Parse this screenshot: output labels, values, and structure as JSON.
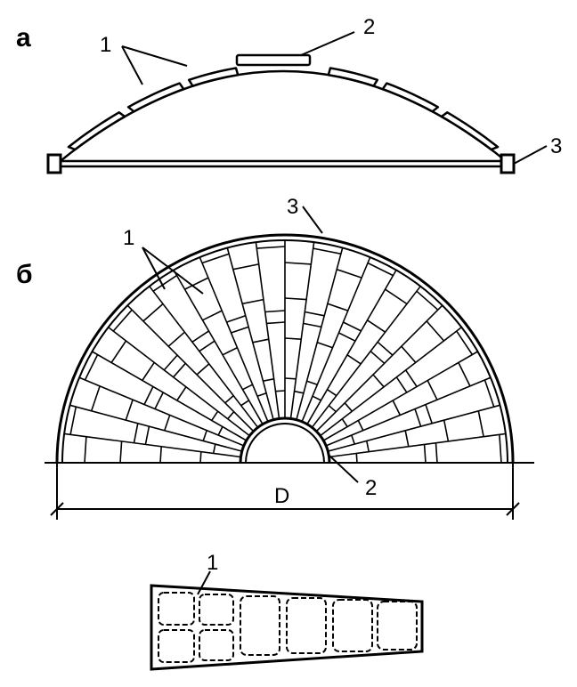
{
  "panel_a": {
    "label": "а",
    "callout_1": "1",
    "callout_2": "2",
    "callout_3": "3"
  },
  "panel_b": {
    "label": "б",
    "callout_1": "1",
    "callout_2": "2",
    "callout_3": "3",
    "dimension_label": "D"
  },
  "panel_block": {
    "callout_1": "1"
  },
  "colors": {
    "ink": "#000000",
    "paper": "#ffffff"
  }
}
